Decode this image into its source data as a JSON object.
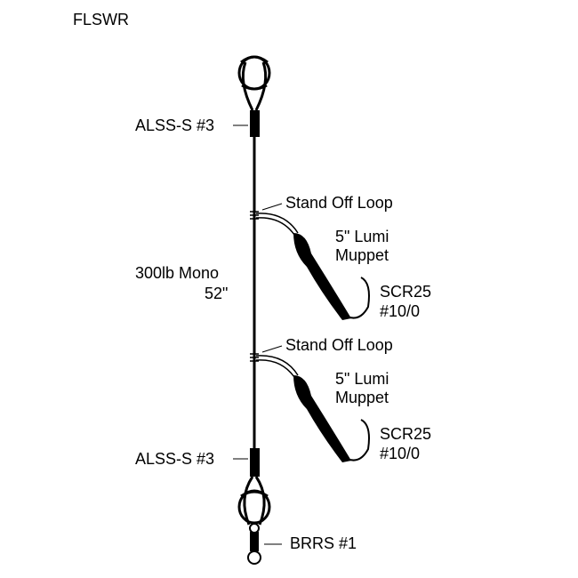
{
  "title": "FLSWR",
  "labels": {
    "top_sleeve": "ALSS-S #3",
    "main_line_1": "300lb Mono",
    "main_line_2": "52\"",
    "standoff_1": "Stand Off Loop",
    "lure_1_line1": "5\" Lumi",
    "lure_1_line2": "Muppet",
    "hook_1_line1": "SCR25",
    "hook_1_line2": "#10/0",
    "standoff_2": "Stand Off Loop",
    "lure_2_line1": "5\" Lumi",
    "lure_2_line2": "Muppet",
    "hook_2_line1": "SCR25",
    "hook_2_line2": "#10/0",
    "bottom_sleeve": "ALSS-S #3",
    "swivel": "BRRS #1"
  }
}
